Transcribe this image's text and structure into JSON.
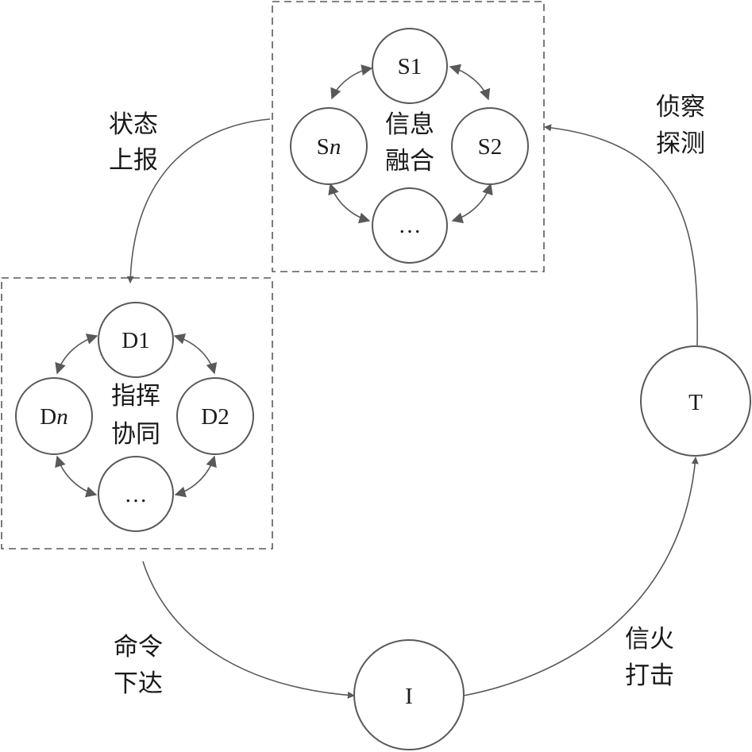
{
  "top_group": {
    "center_line1": "信息",
    "center_line2": "融合",
    "nodes": {
      "top": "S1",
      "right": "S2",
      "bottom": "…",
      "left_main": "S",
      "left_italic": "n"
    }
  },
  "left_group": {
    "center_line1": "指挥",
    "center_line2": "协同",
    "nodes": {
      "top": "D1",
      "right": "D2",
      "bottom": "…",
      "left_main": "D",
      "left_italic": "n"
    }
  },
  "node_I": "I",
  "node_T": "T",
  "edge_labels": {
    "status_report": [
      "状态",
      "上报"
    ],
    "recon_detect": [
      "侦察",
      "探测"
    ],
    "command_issue": [
      "命令",
      "下达"
    ],
    "fire_strike": [
      "信火",
      "打击"
    ]
  }
}
